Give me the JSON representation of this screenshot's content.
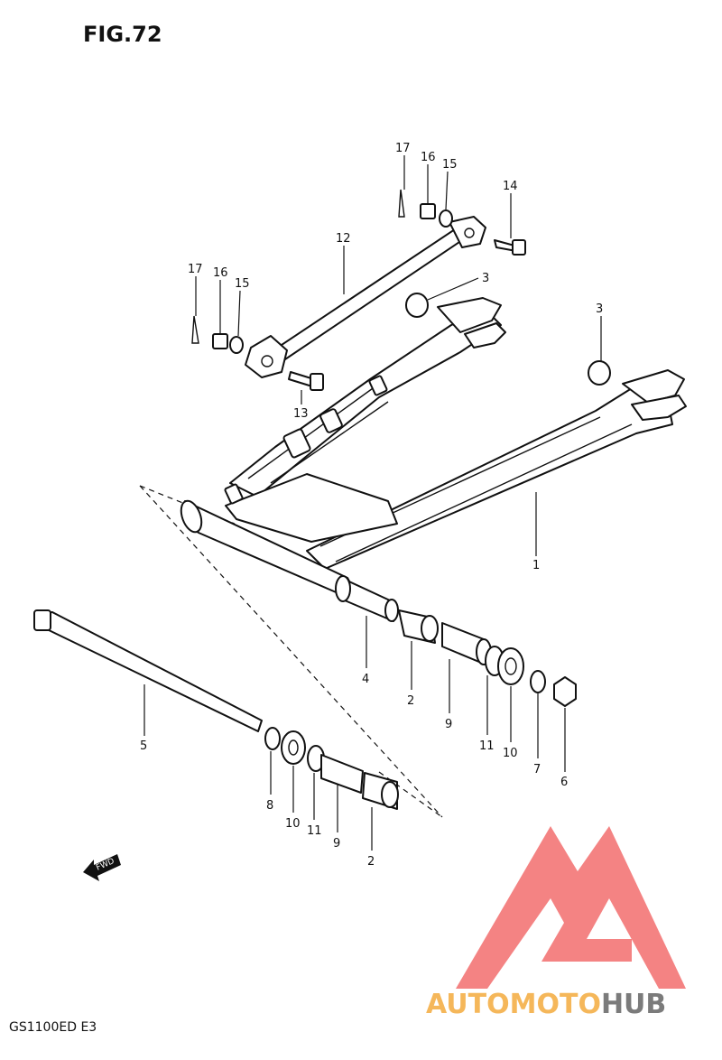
{
  "figure": {
    "title": "FIG.72"
  },
  "model_code": "GS1100ED  E3",
  "fwd_label": "FWD",
  "watermark": {
    "auto": "AUTO",
    "moto": "MOTO",
    "hub": "HUB"
  },
  "callouts": [
    {
      "label": "17"
    },
    {
      "label": "16"
    },
    {
      "label": "15"
    },
    {
      "label": "14"
    },
    {
      "label": "12"
    },
    {
      "label": "3"
    },
    {
      "label": "17"
    },
    {
      "label": "16"
    },
    {
      "label": "15"
    },
    {
      "label": "13"
    },
    {
      "label": "3"
    },
    {
      "label": "1"
    },
    {
      "label": "4"
    },
    {
      "label": "2"
    },
    {
      "label": "9"
    },
    {
      "label": "11"
    },
    {
      "label": "10"
    },
    {
      "label": "7"
    },
    {
      "label": "6"
    },
    {
      "label": "5"
    },
    {
      "label": "8"
    },
    {
      "label": "10"
    },
    {
      "label": "11"
    },
    {
      "label": "9"
    },
    {
      "label": "2"
    }
  ]
}
